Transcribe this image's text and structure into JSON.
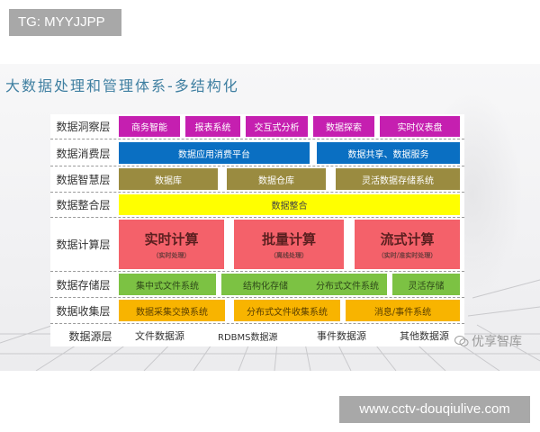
{
  "badges": {
    "top_left": "TG: MYYJJPP",
    "bottom_right": "www.cctv-douqiulive.com"
  },
  "slide": {
    "title": "大数据处理和管理体系-多结构化",
    "watermark": "优享智库",
    "colors": {
      "title": "#3f7fa1",
      "insight": "#c51fb0",
      "consumption": "#0a6fc2",
      "intelligence": "#9a8b40",
      "integration": "#ffff00",
      "compute": "#f4616a",
      "storage": "#7cc243",
      "collection": "#f8b400"
    },
    "layers": [
      {
        "label": "数据洞察层",
        "items": [
          "商务智能",
          "报表系统",
          "交互式分析",
          "数据探索",
          "实时仪表盘"
        ]
      },
      {
        "label": "数据消费层",
        "items": [
          "数据应用消费平台",
          "数据共享、数据服务"
        ]
      },
      {
        "label": "数据智慧层",
        "items": [
          "数据库",
          "数据仓库",
          "灵活数据存储系统"
        ]
      },
      {
        "label": "数据整合层",
        "items": [
          "数据整合"
        ]
      },
      {
        "label": "数据计算层",
        "items": [
          {
            "title": "实时计算",
            "sub": "（实时处理）"
          },
          {
            "title": "批量计算",
            "sub": "（离线处理）"
          },
          {
            "title": "流式计算",
            "sub": "（实时/准实时处理）"
          }
        ]
      },
      {
        "label": "数据存储层",
        "items": [
          "集中式文件系统",
          "结构化存储",
          "分布式文件系统",
          "灵活存储"
        ]
      },
      {
        "label": "数据收集层",
        "items": [
          "数据采集交换系统",
          "分布式文件收集系统",
          "消息/事件系统"
        ]
      },
      {
        "label": "数据源层",
        "items": [
          "文件数据源",
          "RDBMS数据源",
          "事件数据源",
          "其他数据源"
        ]
      }
    ]
  }
}
